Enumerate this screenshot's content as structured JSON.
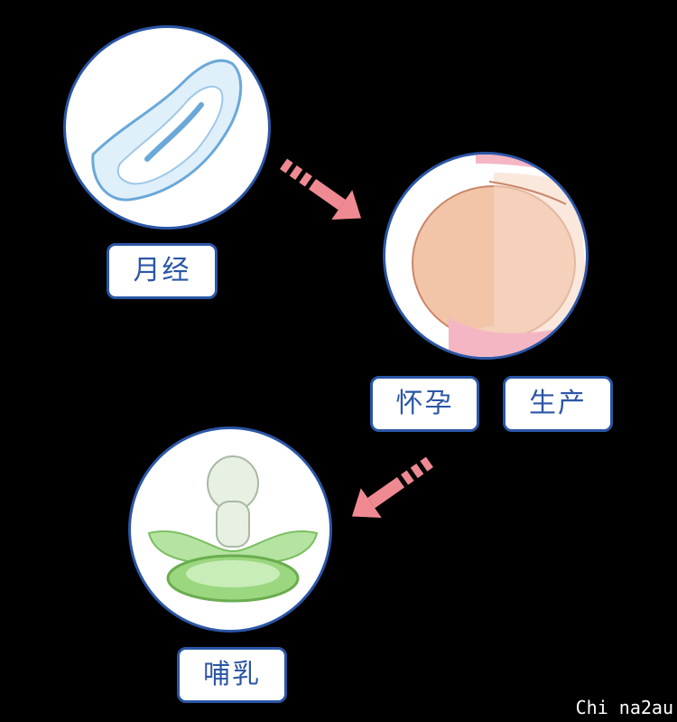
{
  "labels": {
    "menstruation": "月经",
    "pregnancy": "怀孕",
    "childbirth": "生产",
    "breastfeeding": "哺乳"
  },
  "watermark_text": "Chi na2au",
  "colors": {
    "background": "#000000",
    "border": "#2b56a6",
    "arrow": "#f08a92"
  }
}
